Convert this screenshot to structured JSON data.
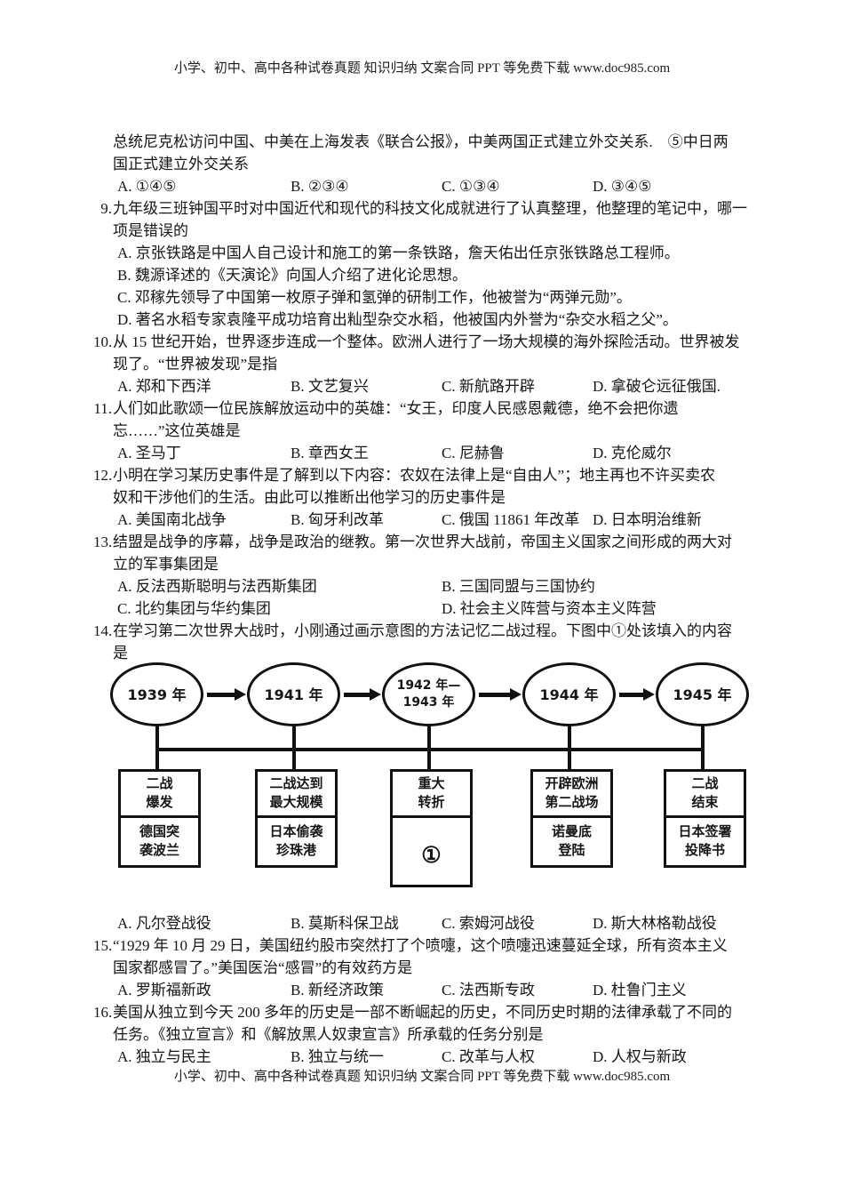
{
  "header": {
    "text": "小学、初中、高中各种试卷真题 知识归纳 文案合同 PPT 等免费下载  www.doc985.com"
  },
  "footer": {
    "text": "小学、初中、高中各种试卷真题 知识归纳 文案合同 PPT 等免费下载  www.doc985.com"
  },
  "q8": {
    "lines": [
      "总统尼克松访问中国、中美在上海发表《联合公报》，中美两国正式建立外交关系.　⑤中日两",
      "国正式建立外交关系"
    ],
    "options": [
      "A. ①④⑤",
      "B. ②③④",
      "C. ①③④",
      "D. ③④⑤"
    ]
  },
  "q9": {
    "num": "9.",
    "lines": [
      "九年级三班钟国平时对中国近代和现代的科技文化成就进行了认真整理，他整理的笔记中，哪一",
      "项是错误的"
    ],
    "options": [
      "A. 京张铁路是中国人自己设计和施工的第一条铁路，詹天佑出任京张铁路总工程师。",
      "B. 魏源译述的《天演论》向国人介绍了进化论思想。",
      "C. 邓稼先领导了中国第一枚原子弹和氢弹的研制工作，他被誉为“两弹元勋”。",
      "D. 著名水稻专家袁隆平成功培育出籼型杂交水稻，他被国内外誉为“杂交水稻之父”。"
    ]
  },
  "q10": {
    "num": "10.",
    "lines": [
      "从 15 世纪开始，世界逐步连成一个整体。欧洲人进行了一场大规模的海外探险活动。世界被发",
      "现了。“世界被发现”是指"
    ],
    "options": [
      "A. 郑和下西洋",
      "B. 文艺复兴",
      "C. 新航路开辟",
      "D. 拿破仑远征俄国."
    ]
  },
  "q11": {
    "num": "11.",
    "lines": [
      "人们如此歌颂一位民族解放运动中的英雄：“女王，印度人民感恩戴德，绝不会把你遗",
      "忘……”这位英雄是"
    ],
    "options": [
      "A. 圣马丁",
      "B. 章西女王",
      "C. 尼赫鲁",
      "D. 克伦威尔"
    ]
  },
  "q12": {
    "num": "12.",
    "lines": [
      "小明在学习某历史事件是了解到以下内容：农奴在法律上是“自由人”；地主再也不许买卖农",
      "奴和干涉他们的生活。由此可以推断出他学习的历史事件是"
    ],
    "options": [
      "A. 美国南北战争",
      "B. 匈牙利改革",
      "C. 俄国 11861 年改革",
      "D. 日本明治维新"
    ]
  },
  "q13": {
    "num": "13.",
    "lines": [
      "结盟是战争的序幕，战争是政治的继教。第一次世界大战前，帝国主义国家之间形成的两大对",
      "立的军事集团是"
    ],
    "options": [
      "A. 反法西斯聪明与法西斯集团",
      "B. 三国同盟与三国协约",
      "C. 北约集团与华约集团",
      "D. 社会主义阵营与资本主义阵营"
    ]
  },
  "q14": {
    "num": "14.",
    "lines": [
      "在学习第二次世界大战时，小刚通过画示意图的方法记忆二战过程。下图中①处该填入的内容",
      "是"
    ],
    "options": [
      "A. 凡尔登战役",
      "B. 莫斯科保卫战",
      "C. 索姆河战役",
      "D. 斯大林格勒战役"
    ]
  },
  "q15": {
    "num": "15.",
    "lines": [
      "“1929 年 10 月 29 日，美国纽约股市突然打了个喷嚏，这个喷嚏迅速蔓延全球，所有资本主义",
      "国家都感冒了。”美国医治“感冒”的有效药方是"
    ],
    "options": [
      "A. 罗斯福新政",
      "B. 新经济政策",
      "C. 法西斯专政",
      "D. 杜鲁门主义"
    ]
  },
  "q16": {
    "num": "16.",
    "lines": [
      "美国从独立到今天 200 多年的历史是一部不断崛起的历史，不同历史时期的法律承载了不同的",
      "任务。《独立宣言》和《解放黑人奴隶宣言》所承载的任务分别是"
    ],
    "options": [
      "A. 独立与民主",
      "B. 独立与统一",
      "C. 改革与人权",
      "D. 人权与新政"
    ]
  },
  "diagram": {
    "ellipses": [
      {
        "lines": [
          "1939 年"
        ]
      },
      {
        "lines": [
          "1941 年"
        ]
      },
      {
        "lines": [
          "1942 年—",
          "1943 年"
        ]
      },
      {
        "lines": [
          "1944 年"
        ]
      },
      {
        "lines": [
          "1945 年"
        ]
      }
    ],
    "boxes": [
      {
        "top": [
          "二战",
          "爆发"
        ],
        "bottom": [
          "德国突",
          "袭波兰"
        ]
      },
      {
        "top": [
          "二战达到",
          "最大规模"
        ],
        "bottom": [
          "日本偷袭",
          "珍珠港"
        ]
      },
      {
        "top": [
          "重大",
          "转折"
        ],
        "bottom": [
          "①"
        ]
      },
      {
        "top": [
          "开辟欧洲",
          "第二战场"
        ],
        "bottom": [
          "诺曼底",
          "登陆"
        ]
      },
      {
        "top": [
          "二战",
          "结束"
        ],
        "bottom": [
          "日本签署",
          "投降书"
        ]
      }
    ]
  }
}
